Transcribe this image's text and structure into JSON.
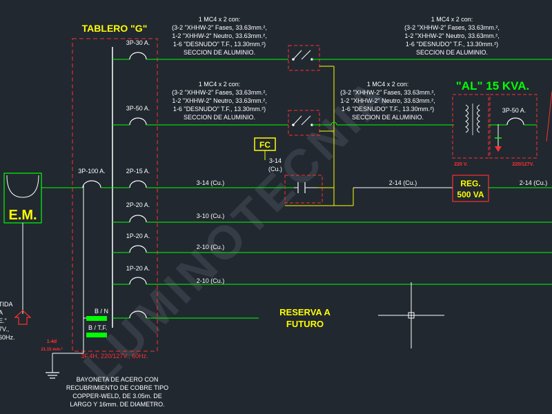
{
  "panel": {
    "title": "TABLERO \"G\"",
    "supply": "3F.4H, 220/127V., 60Hz."
  },
  "feeder": {
    "l1": "1 MC4 x 2 con:",
    "l2": "(3-2 \"XHHW-2\" Fases, 33.63mm.²,",
    "l3": "1-2 \"XHHW-2\" Neutro, 33.63mm.²,",
    "l4": "1-6 \"DESNUDO\" T.F., 13.30mm.²)",
    "l5": "SECCION DE ALUMINIO."
  },
  "meter": {
    "label": "E.M."
  },
  "main_breaker": {
    "label": "3P-100 A."
  },
  "breakers": {
    "b1": "3P-30 A.",
    "b2": "3P-50 A.",
    "b3": "2P-15 A.",
    "b4": "2P-20 A.",
    "b5": "1P-20 A.",
    "b6": "1P-20 A."
  },
  "circuits": {
    "c3": "3-14 (Cu.)",
    "c4": "3-10 (Cu.)",
    "c5": "2-10 (Cu.)",
    "c6": "2-10 (Cu.)"
  },
  "fc": {
    "label": "FC",
    "wire_a": "3-14",
    "wire_b": "(Cu.)"
  },
  "al_panel": {
    "title": "\"AL\" 15 KVA.",
    "breaker": "3P-50 A.",
    "v_left": "220 V.",
    "v_right": "220/127V."
  },
  "reg": {
    "l1": "REG.",
    "l2": "500 VA",
    "wire_in": "2-14 (Cu.)",
    "wire_out": "2-14 (Cu.)"
  },
  "reserve": {
    "l1": "RESERVA A",
    "l2": "FUTURO"
  },
  "bars": {
    "neutral": "B / N",
    "ground": "B / T.F."
  },
  "ground_wire": {
    "l1": "1-4d",
    "l2": "21.15 mm.²"
  },
  "electrode": {
    "l1": "BAYONETA DE ACERO CON",
    "l2": "RECUBRIMIENTO DE COBRE TIPO",
    "l3": "COPPER-WELD, DE 3.05m. DE",
    "l4": "LARGO Y 16mm. DE DIAMETRO."
  },
  "service_entry": {
    "l1": "TIDA",
    "l2": "A",
    "l3": "E.\"",
    "l4": "7V.,",
    "l5": "60Hz."
  },
  "watermark": "LUMINOTECNIA",
  "colors": {
    "background": "#212830",
    "wire": "#00ff00",
    "bus": "#ffff00",
    "outline": "#ff3030",
    "label": "#ffffff"
  }
}
